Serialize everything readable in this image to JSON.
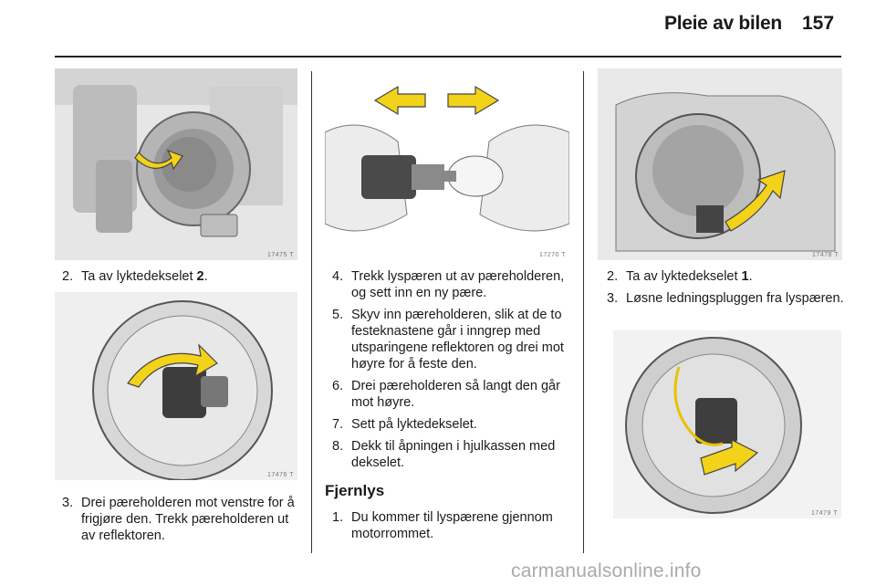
{
  "header": {
    "title": "Pleie av bilen",
    "page_number": "157"
  },
  "figures": {
    "fig1": "17475 T",
    "fig2": "17476 T",
    "fig3": "17270 T",
    "fig4": "17478 T",
    "fig5": "17479 T"
  },
  "left_column": {
    "step2": {
      "num": "2.",
      "text": "Ta av lyktedekselet ",
      "bold": "2",
      "tail": "."
    },
    "step3": {
      "num": "3.",
      "text": "Drei pæreholderen mot venstre for å frigjøre den. Trekk pæreholderen ut av reflektoren."
    }
  },
  "middle_column": {
    "steps": [
      {
        "num": "4.",
        "text": "Trekk lyspæren ut av pæreholderen, og sett inn en ny pære."
      },
      {
        "num": "5.",
        "text": "Skyv inn pæreholderen, slik at de to festeknastene går i inngrep med utsparingene reflektoren og drei mot høyre for å feste den."
      },
      {
        "num": "6.",
        "text": "Drei pæreholderen så langt den går mot høyre."
      },
      {
        "num": "7.",
        "text": "Sett på lyktedekselet."
      },
      {
        "num": "8.",
        "text": "Dekk til åpningen i hjulkassen med dekselet."
      }
    ],
    "section_title": "Fjernlys",
    "sub_steps": [
      {
        "num": "1.",
        "text": "Du kommer til lyspærene gjennom motorrommet."
      }
    ]
  },
  "right_column": {
    "step2": {
      "num": "2.",
      "text": "Ta av lyktedekselet ",
      "bold": "1",
      "tail": "."
    },
    "step3": {
      "num": "3.",
      "text": "Løsne ledningspluggen fra lyspæren."
    }
  },
  "footer": {
    "watermark": "carmanualsonline.info"
  },
  "colors": {
    "arrow_yellow": "#f3d21a",
    "illustration_gray": "#cfcfcf",
    "rule": "#222222"
  }
}
